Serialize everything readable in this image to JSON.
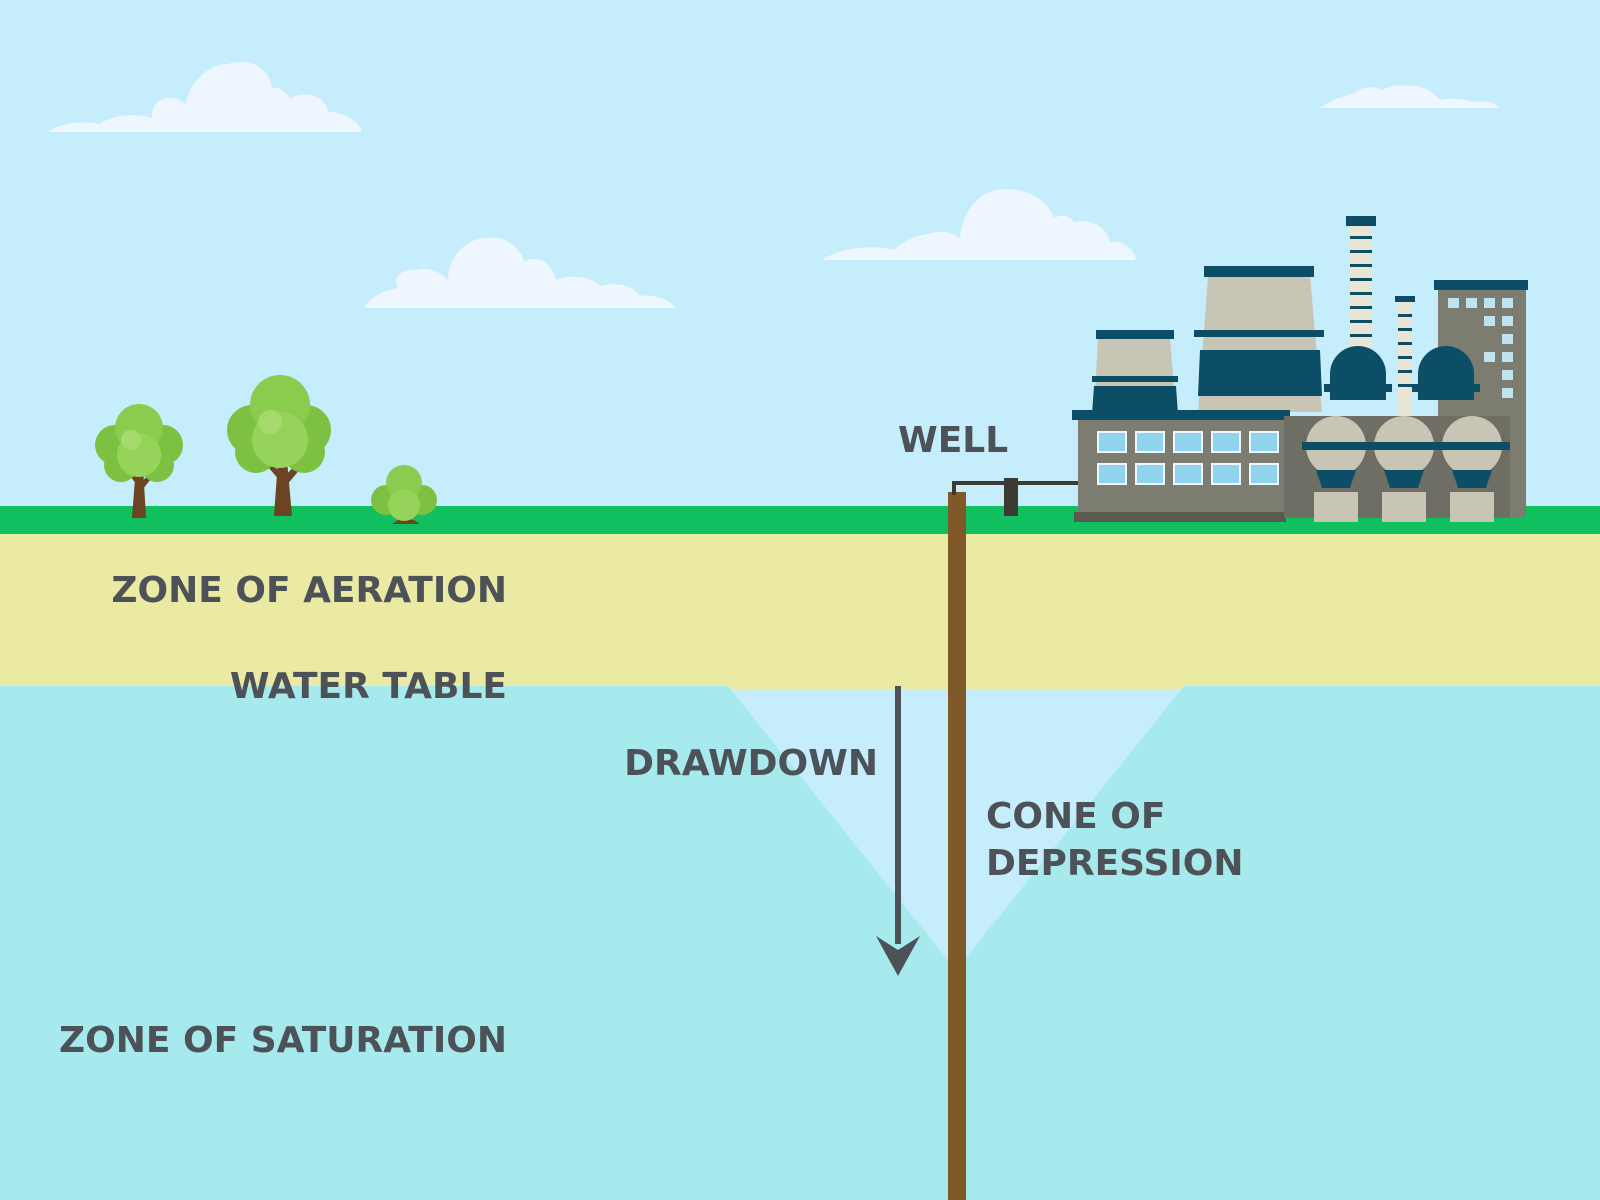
{
  "labels": {
    "well": "WELL",
    "zone_aeration": "ZONE OF AERATION",
    "water_table": "WATER TABLE",
    "drawdown": "DRAWDOWN",
    "cone_line1": "CONE OF",
    "cone_line2": "DEPRESSION",
    "zone_saturation": "ZONE OF SATURATION"
  },
  "colors": {
    "sky": "#c5edfc",
    "cloud": "#eef7ff",
    "grass": "#10bf5e",
    "aeration_soil": "#eaeaa4",
    "saturated_water": "#a7eaee",
    "well_pipe": "#7f5a28",
    "label_text": "#4c5257",
    "factory_dark": "#0b4e66",
    "factory_gray": "#7c7c70",
    "factory_light": "#c8c5b5"
  },
  "icons": [
    "tree-icon",
    "bush-icon",
    "cloud-icon",
    "factory-icon",
    "arrow-down-icon"
  ]
}
